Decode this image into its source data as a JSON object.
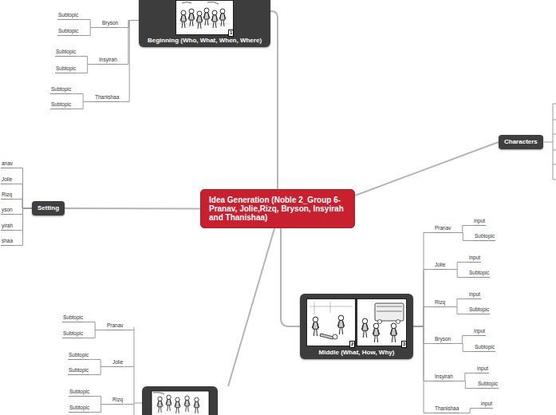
{
  "diagram": {
    "nodes": [
      {
        "text": [
          "Idea Generation (Noble 2_Group 6- Pranav, Jolie,Rizq, Bryson, Insyirah and Thanishaa)"
        ]
      },
      {
        "text": [
          "Beginning (Who, What, When, Where)"
        ]
      },
      {
        "text": [
          "Bryson"
        ]
      },
      {
        "text": [
          "Subtopic"
        ]
      },
      {
        "text": [
          "Subtopic"
        ]
      },
      {
        "text": [
          "Insyirah"
        ]
      },
      {
        "text": [
          "Subtopic"
        ]
      },
      {
        "text": [
          "Subtopic"
        ]
      },
      {
        "text": [
          "Thanishaa"
        ]
      },
      {
        "text": [
          "Subtopic"
        ]
      },
      {
        "text": [
          "Subtopic"
        ]
      },
      {
        "text": [
          "Characters"
        ]
      },
      {
        "text": [
          "Setting"
        ]
      },
      {
        "text": [
          "anav"
        ]
      },
      {
        "text": [
          "Jolie"
        ]
      },
      {
        "text": [
          "Rizq"
        ]
      },
      {
        "text": [
          "yson"
        ]
      },
      {
        "text": [
          "yirah"
        ]
      },
      {
        "text": [
          "shaa"
        ]
      },
      {
        "text": [
          "Middle (What, How, Why)"
        ]
      },
      {
        "text": [
          "Pranav"
        ]
      },
      {
        "text": [
          "input"
        ]
      },
      {
        "text": [
          "Subtopic"
        ]
      },
      {
        "text": [
          "Jolie"
        ]
      },
      {
        "text": [
          "input"
        ]
      },
      {
        "text": [
          "Subtopic"
        ]
      },
      {
        "text": [
          "Rizq"
        ]
      },
      {
        "text": [
          "input"
        ]
      },
      {
        "text": [
          "Subtopic"
        ]
      },
      {
        "text": [
          "Bryson"
        ]
      },
      {
        "text": [
          "input"
        ]
      },
      {
        "text": [
          "Subtopic"
        ]
      },
      {
        "text": [
          "Insyirah"
        ]
      },
      {
        "text": [
          "input"
        ]
      },
      {
        "text": [
          "Subtopic"
        ]
      },
      {
        "text": [
          "Thanishaa"
        ]
      },
      {
        "text": [
          "input"
        ]
      },
      {
        "text": [
          "Pranav"
        ]
      },
      {
        "text": [
          "Subtopic"
        ]
      },
      {
        "text": [
          "Subtopic"
        ]
      },
      {
        "text": [
          "Jolie"
        ]
      },
      {
        "text": [
          "Subtopic"
        ]
      },
      {
        "text": [
          "Subtopic"
        ]
      },
      {
        "text": [
          "Rizq"
        ]
      },
      {
        "text": [
          "Subtopic"
        ]
      },
      {
        "text": [
          "Subtopic"
        ]
      }
    ],
    "edges": [
      {
        "from": 0,
        "to": 1,
        "arrow": "none"
      },
      {
        "from": 0,
        "to": 11,
        "arrow": "none"
      },
      {
        "from": 0,
        "to": 12,
        "arrow": "none"
      },
      {
        "from": 0,
        "to": 19,
        "arrow": "none"
      },
      {
        "from": 1,
        "to": 2,
        "arrow": "none"
      },
      {
        "from": 2,
        "to": 3,
        "arrow": "none"
      },
      {
        "from": 2,
        "to": 4,
        "arrow": "none"
      },
      {
        "from": 1,
        "to": 5,
        "arrow": "none"
      },
      {
        "from": 5,
        "to": 6,
        "arrow": "none"
      },
      {
        "from": 5,
        "to": 7,
        "arrow": "none"
      },
      {
        "from": 1,
        "to": 8,
        "arrow": "none"
      },
      {
        "from": 8,
        "to": 9,
        "arrow": "none"
      },
      {
        "from": 8,
        "to": 10,
        "arrow": "none"
      },
      {
        "from": 12,
        "to": 13,
        "arrow": "none"
      },
      {
        "from": 12,
        "to": 14,
        "arrow": "none"
      },
      {
        "from": 12,
        "to": 15,
        "arrow": "none"
      },
      {
        "from": 12,
        "to": 16,
        "arrow": "none"
      },
      {
        "from": 12,
        "to": 17,
        "arrow": "none"
      },
      {
        "from": 12,
        "to": 18,
        "arrow": "none"
      },
      {
        "from": 19,
        "to": 20,
        "arrow": "none"
      },
      {
        "from": 20,
        "to": 21,
        "arrow": "none"
      },
      {
        "from": 20,
        "to": 22,
        "arrow": "none"
      },
      {
        "from": 19,
        "to": 23,
        "arrow": "none"
      },
      {
        "from": 23,
        "to": 24,
        "arrow": "none"
      },
      {
        "from": 23,
        "to": 25,
        "arrow": "none"
      },
      {
        "from": 19,
        "to": 26,
        "arrow": "none"
      },
      {
        "from": 26,
        "to": 27,
        "arrow": "none"
      },
      {
        "from": 26,
        "to": 28,
        "arrow": "none"
      },
      {
        "from": 19,
        "to": 29,
        "arrow": "none"
      },
      {
        "from": 29,
        "to": 30,
        "arrow": "none"
      },
      {
        "from": 29,
        "to": 31,
        "arrow": "none"
      },
      {
        "from": 19,
        "to": 32,
        "arrow": "none"
      },
      {
        "from": 32,
        "to": 33,
        "arrow": "none"
      },
      {
        "from": 32,
        "to": 34,
        "arrow": "none"
      },
      {
        "from": 19,
        "to": 35,
        "arrow": "none"
      },
      {
        "from": 35,
        "to": 36,
        "arrow": "none"
      },
      {
        "from": 37,
        "to": 38,
        "arrow": "none"
      },
      {
        "from": 37,
        "to": 39,
        "arrow": "none"
      },
      {
        "from": 40,
        "to": 41,
        "arrow": "none"
      },
      {
        "from": 40,
        "to": 42,
        "arrow": "none"
      },
      {
        "from": 43,
        "to": 44,
        "arrow": "none"
      },
      {
        "from": 43,
        "to": 45,
        "arrow": "none"
      }
    ],
    "labels": [
      "1",
      "2",
      "3"
    ]
  }
}
